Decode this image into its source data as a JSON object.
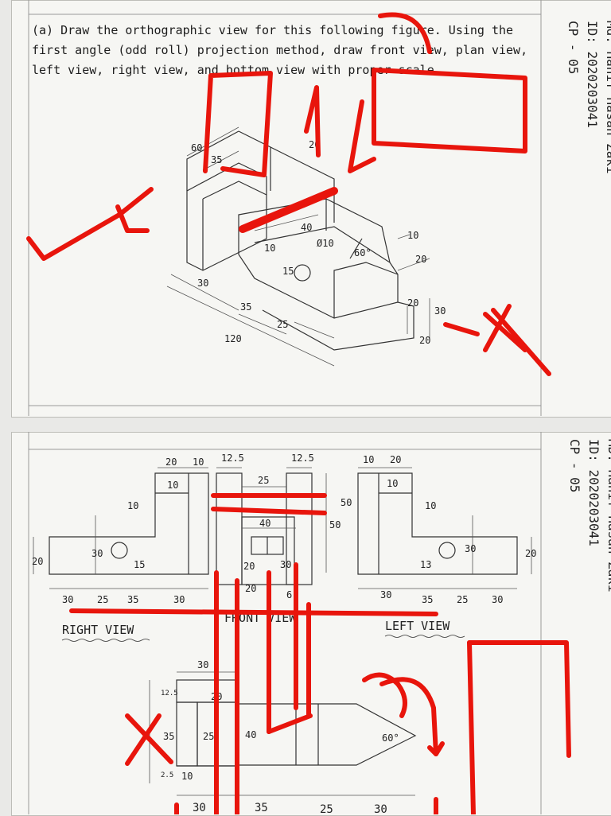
{
  "question": {
    "text": "(a) Draw the orthographic view for this following figure. Using the first angle (odd roll) projection method, draw front view, plan view, left view, right view, and bottom view with proper scale."
  },
  "author": {
    "lines_top": [
      "Md. Hanif Hasan Zaki",
      "ID: 2020203041",
      "CP - 05"
    ],
    "lines_bottom": [
      "MD. Hanif Hasan Zaki",
      "ID: 2020203041",
      "CP - 05"
    ]
  },
  "iso_dims": {
    "d60": "60",
    "d35": "35",
    "d20": "20",
    "d40": "40",
    "d10a": "10",
    "phi10": "Ø10",
    "d60deg": "60°",
    "d10b": "10",
    "d20a": "20",
    "d15": "15",
    "d30": "30",
    "d35b": "35",
    "d25": "25",
    "d20b": "20",
    "d30b": "30",
    "d20c": "20",
    "d120": "120"
  },
  "views": {
    "right_view_label": "RIGHT VIEW",
    "left_view_label": "LEFT VIEW",
    "front_view_label": "FRONT VIEW"
  },
  "right_dims": {
    "a": "20",
    "b": "10",
    "c": "10",
    "d": "10",
    "e": "20",
    "f": "30",
    "g": "15",
    "h": "30",
    "i": "25",
    "j": "35",
    "k": "30"
  },
  "front_dims": {
    "a": "12.5",
    "b": "12.5",
    "c": "25",
    "d": "50",
    "e": "40",
    "f": "20",
    "g": "30",
    "h": "20",
    "i": "6",
    "j": "50"
  },
  "left_dims": {
    "a": "10",
    "b": "20",
    "c": "10",
    "d": "10",
    "e": "30",
    "f": "20",
    "g": "13",
    "h": "30",
    "i": "35",
    "j": "25",
    "k": "30"
  },
  "plan_dims": {
    "a": "30",
    "b": "12.5",
    "c": "20",
    "d": "35",
    "e": "25",
    "f": "40",
    "g": "2.5",
    "h": "10",
    "i": "60°",
    "j": "30",
    "k": "35",
    "l": "25",
    "m": "30"
  }
}
